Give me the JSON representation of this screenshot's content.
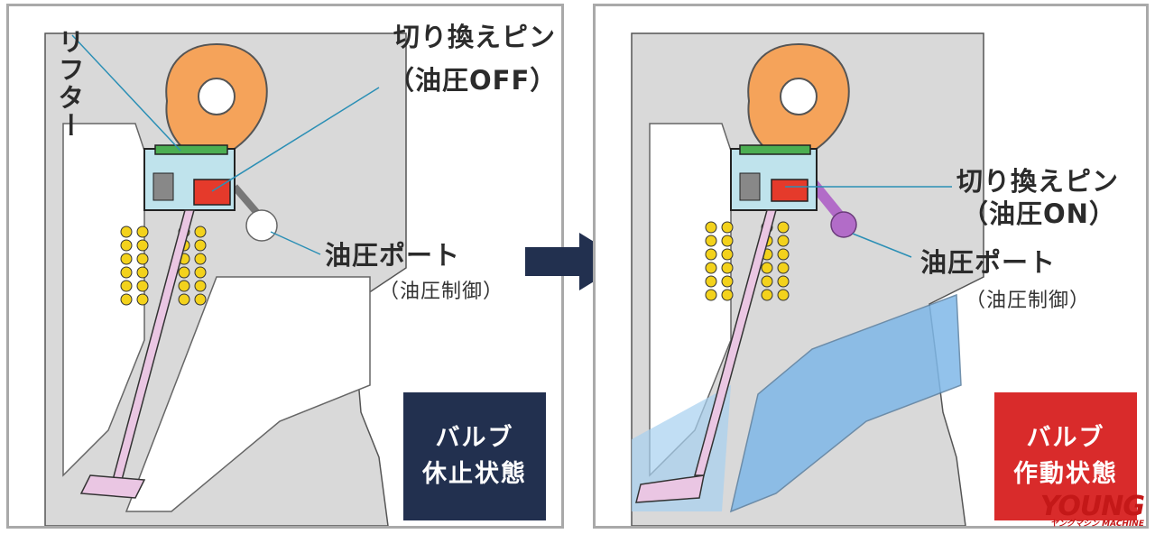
{
  "left_panel": {
    "lifter_label": "リフター",
    "pin_label_line1": "切り換えピン",
    "pin_label_line2": "（油圧OFF）",
    "port_label": "油圧ポート",
    "port_sub_label": "（油圧制御）",
    "badge_line1": "バルブ",
    "badge_line2": "休止状態",
    "badge_color": "#22304f"
  },
  "right_panel": {
    "pin_label_line1": "切り換えピン",
    "pin_label_line2": "（油圧ON）",
    "port_label": "油圧ポート",
    "port_sub_label": "（油圧制御）",
    "badge_line1": "バルブ",
    "badge_line2": "作動状態",
    "badge_color": "#d92b2b"
  },
  "arrow_icon": "right-arrow-icon",
  "watermark": {
    "main": "YOUNG",
    "sub": "ヤングマシン MACHINE"
  },
  "colors": {
    "cam": "#f5a35a",
    "lifter_top": "#4cae52",
    "pin": "#e53a2b",
    "valve": "#eac6e3",
    "spring": "#f3d21c",
    "oil_active": "#b26cc8",
    "port_flow": "#7fb8e8",
    "head_gray": "#d9d9d9"
  }
}
